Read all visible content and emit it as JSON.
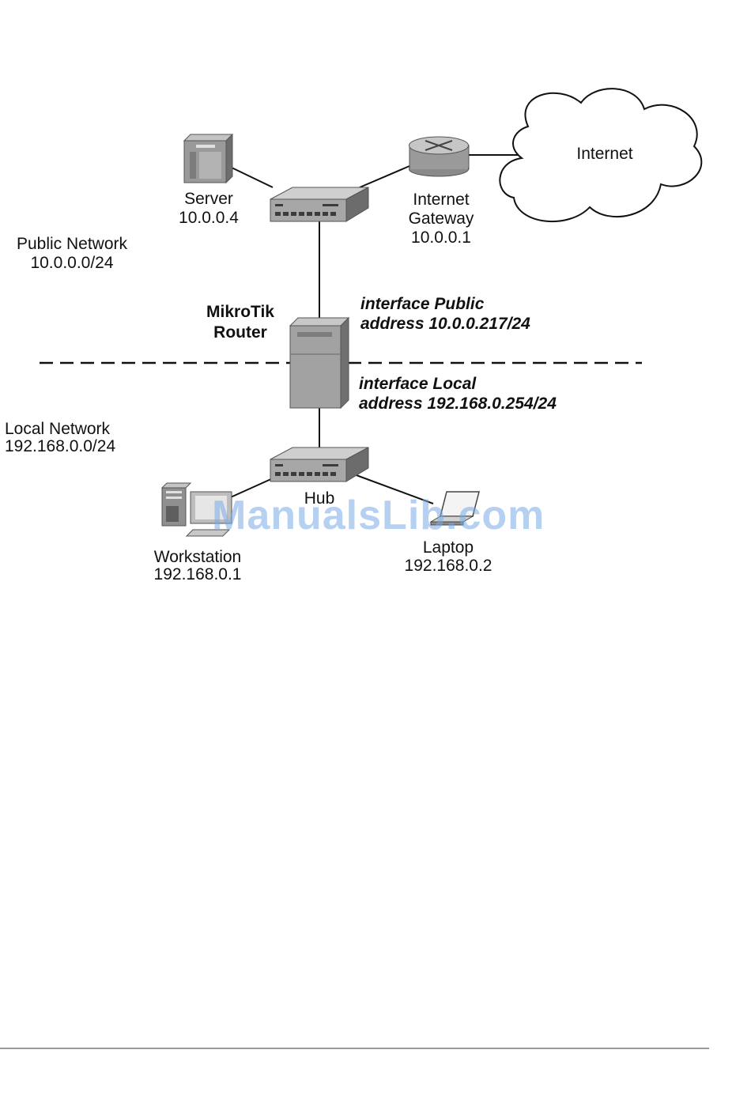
{
  "nodes": {
    "server": {
      "name": "Server",
      "ip": "10.0.0.4"
    },
    "gateway": {
      "name_line1": "Internet",
      "name_line2": "Gateway",
      "ip": "10.0.0.1"
    },
    "internet": {
      "name": "Internet"
    },
    "router": {
      "name_line1": "MikroTik",
      "name_line2": "Router"
    },
    "hub": {
      "name": "Hub"
    },
    "workstation": {
      "name": "Workstation",
      "ip": "192.168.0.1"
    },
    "laptop": {
      "name": "Laptop",
      "ip": "192.168.0.2"
    }
  },
  "networks": {
    "public": {
      "name": "Public Network",
      "subnet": "10.0.0.0/24"
    },
    "local": {
      "name": "Local Network",
      "subnet": "192.168.0.0/24"
    }
  },
  "interfaces": {
    "public": {
      "line1": "interface Public",
      "line2": "address 10.0.0.217/24"
    },
    "local": {
      "line1": "interface Local",
      "line2": "address 192.168.0.254/24"
    }
  },
  "watermark": "ManualsLib.com"
}
